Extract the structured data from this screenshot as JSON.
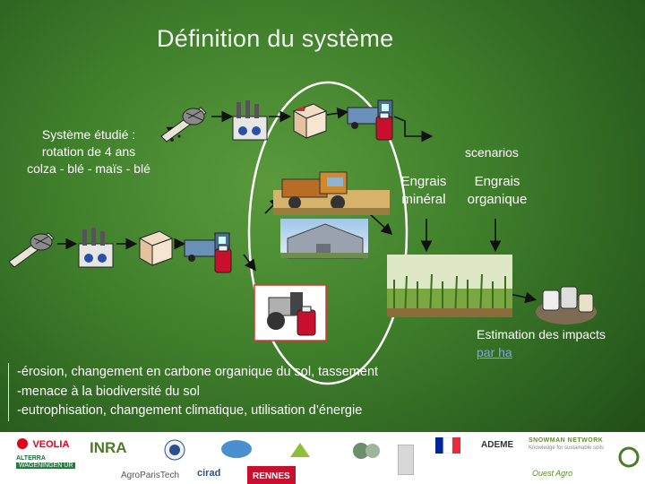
{
  "slide": {
    "title": "Définition du système",
    "system_lines": [
      "Système étudié :",
      "rotation de 4 ans",
      "colza - blé - maïs - blé"
    ],
    "scenarios_label": "scenarios",
    "engrais_mineral": [
      "Engrais",
      "minéral"
    ],
    "engrais_organique": [
      "Engrais",
      "organique"
    ],
    "estimation_text": "Estimation des impacts",
    "estimation_link": "par ha",
    "impacts": [
      "-érosion, changement en carbone organique du sol, tassement",
      "-menace à la biodiversité du sol",
      "-eutrophisation, changement climatique, utilisation d’énergie"
    ]
  },
  "footer": {
    "logos": {
      "veolia": "VEOLIA",
      "inra": "INRA",
      "agrotech": "AgroParisTech",
      "rennes": "RENNES",
      "ademe": "ADEME",
      "snowman": "SNOWMAN NETWORK",
      "snowman_tagline": "Knowledge for sustainable soils",
      "alterra": "ALTERRA",
      "wageningen": "WAGENINGEN UR",
      "cirad": "cirad",
      "ouest": "Ouest Agro"
    }
  },
  "colors": {
    "accent_red": "#c8102e",
    "slide_green": "#3f7f2b"
  },
  "icons": [
    "plough-icon",
    "factory-icon",
    "box-icon",
    "truck-icon",
    "fertilizer-bag-icon",
    "harvester-icon",
    "barn-icon",
    "tractor-icon",
    "field-icon",
    "manure-icon"
  ]
}
